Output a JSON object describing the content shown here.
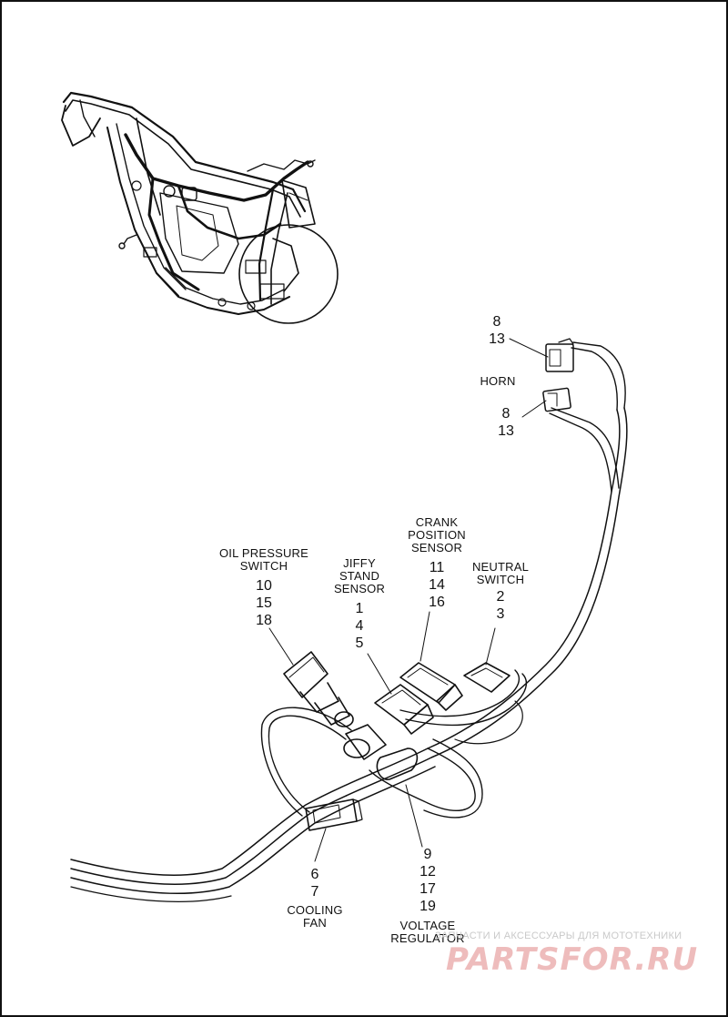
{
  "callouts": {
    "horn_top_nums": [
      "8",
      "13"
    ],
    "horn_label": "HORN",
    "horn_bottom_nums": [
      "8",
      "13"
    ],
    "oil_pressure": {
      "label": [
        "OIL PRESSURE",
        "SWITCH"
      ],
      "nums": [
        "10",
        "15",
        "18"
      ]
    },
    "jiffy_stand": {
      "label": [
        "JIFFY",
        "STAND",
        "SENSOR"
      ],
      "nums": [
        "1",
        "4",
        "5"
      ]
    },
    "crank_position": {
      "label": [
        "CRANK",
        "POSITION",
        "SENSOR"
      ],
      "nums": [
        "11",
        "14",
        "16"
      ]
    },
    "neutral_switch": {
      "label": [
        "NEUTRAL",
        "SWITCH"
      ],
      "nums": [
        "2",
        "3"
      ]
    },
    "cooling_fan": {
      "label": [
        "COOLING",
        "FAN"
      ],
      "nums": [
        "6",
        "7"
      ]
    },
    "voltage_regulator": {
      "label": [
        "VOLTAGE",
        "REGULATOR"
      ],
      "nums": [
        "9",
        "12",
        "17",
        "19"
      ]
    }
  },
  "watermark": {
    "text": "ЗАПЧАСТИ И АКСЕССУАРЫ ДЛЯ МОТОТЕХНИКИ",
    "logo": "PARTSFOR.RU",
    "logo_color": "#e8a0a0"
  },
  "colors": {
    "line": "#111111",
    "background": "#ffffff"
  }
}
